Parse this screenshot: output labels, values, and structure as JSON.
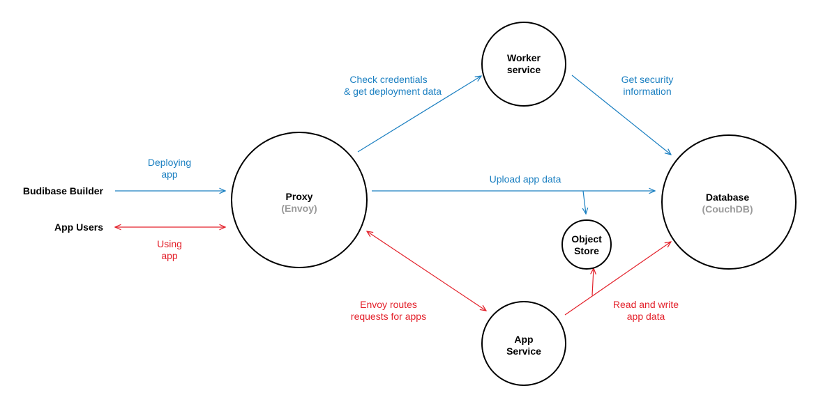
{
  "colors": {
    "blue": "#1a7fc1",
    "red": "#e3202a",
    "secondary_text": "#9a9a9a",
    "node_stroke": "#000000",
    "background": "#ffffff"
  },
  "actors": {
    "builder": "Budibase Builder",
    "users": "App Users"
  },
  "nodes": {
    "proxy": {
      "title": "Proxy",
      "subtitle": "(Envoy)"
    },
    "worker": {
      "title_line1": "Worker",
      "title_line2": "service"
    },
    "database": {
      "title": "Database",
      "subtitle": "(CouchDB)"
    },
    "object_store": {
      "title_line1": "Object",
      "title_line2": "Store"
    },
    "app_service": {
      "title_line1": "App",
      "title_line2": "Service"
    }
  },
  "edges": {
    "deploying": {
      "line1": "Deploying",
      "line2": "app",
      "color": "blue"
    },
    "using": {
      "line1": "Using",
      "line2": "app",
      "color": "red"
    },
    "check_credentials": {
      "line1": "Check credentials",
      "line2": "& get deployment data",
      "color": "blue"
    },
    "get_security": {
      "line1": "Get security",
      "line2": "information",
      "color": "blue"
    },
    "upload": {
      "line1": "Upload app data",
      "color": "blue"
    },
    "envoy_routes": {
      "line1": "Envoy routes",
      "line2": "requests for apps",
      "color": "red"
    },
    "read_write": {
      "line1": "Read and write",
      "line2": "app data",
      "color": "red"
    }
  }
}
